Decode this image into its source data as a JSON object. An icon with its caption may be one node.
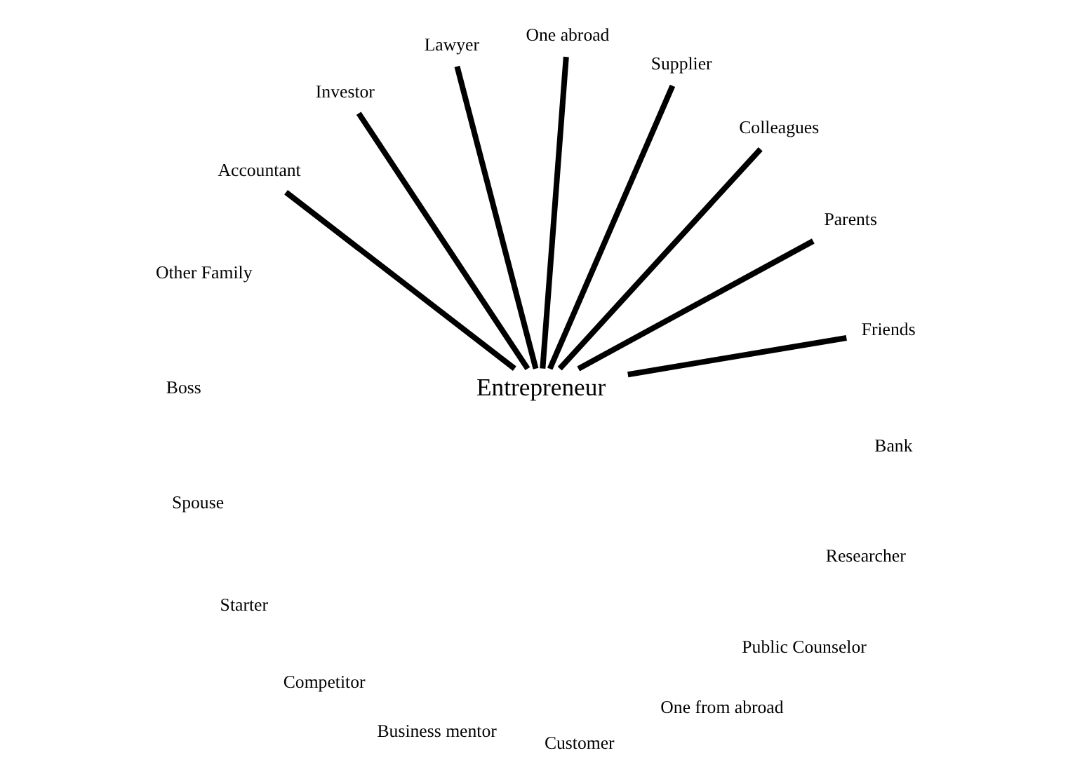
{
  "diagram": {
    "nodes": [
      {
        "text": [
          "Friends"
        ]
      },
      {
        "text": [
          "Parents"
        ]
      },
      {
        "text": [
          "Colleagues"
        ]
      },
      {
        "text": [
          "Entrepreneur"
        ]
      },
      {
        "text": [
          "Supplier"
        ]
      },
      {
        "text": [
          "One abroad"
        ]
      },
      {
        "text": [
          "Lawyer"
        ]
      },
      {
        "text": [
          "Investor"
        ]
      },
      {
        "text": [
          "Accountant"
        ]
      }
    ],
    "edges": [
      {
        "from": 3,
        "to": 1,
        "arrow": "none"
      },
      {
        "from": 3,
        "to": 0,
        "arrow": "none"
      },
      {
        "from": 3,
        "to": 2,
        "arrow": "none"
      },
      {
        "from": 3,
        "to": 4,
        "arrow": "none"
      },
      {
        "from": 3,
        "to": 5,
        "arrow": "none"
      },
      {
        "from": 3,
        "to": 6,
        "arrow": "none"
      },
      {
        "from": 3,
        "to": 7,
        "arrow": "none"
      },
      {
        "from": 3,
        "to": 8,
        "arrow": "none"
      }
    ],
    "labels": [
      "Other Family",
      "Boss",
      "Spouse",
      "Starter",
      "Competitor",
      "Business mentor",
      "Customer",
      "One from abroad",
      "Public Counselor",
      "Researcher",
      "Bank"
    ]
  }
}
